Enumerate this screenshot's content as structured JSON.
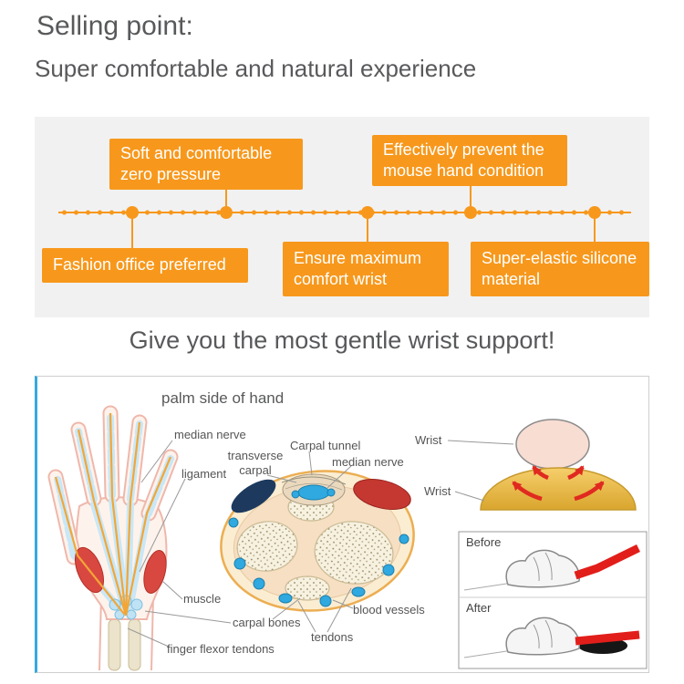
{
  "header": {
    "title": "Selling point:",
    "subtitle": "Super comfortable and natural experience"
  },
  "timeline": {
    "top_callouts": [
      {
        "label": "Soft and comfortable zero pressure"
      },
      {
        "label": "Effectively prevent the mouse hand condition"
      }
    ],
    "bottom_callouts": [
      {
        "label": "Fashion office preferred"
      },
      {
        "label": "Ensure maximum comfort wrist"
      },
      {
        "label": "Super-elastic silicone material"
      }
    ]
  },
  "tagline": "Give you the most gentle wrist support!",
  "anatomy": {
    "heading": "palm side of hand",
    "hand_labels": {
      "median_nerve": "median nerve",
      "ligament": "ligament",
      "muscle": "muscle",
      "finger_flexor_tendons": "finger flexor tendons",
      "carpal_bones": "carpal bones"
    },
    "cross_section_labels": {
      "transverse_carpal": "transverse carpal",
      "carpal_tunnel": "Carpal tunnel",
      "median_nerve": "median nerve",
      "blood_vessels": "blood vessels",
      "tendons": "tendons"
    },
    "wrist_labels": {
      "top": "Wrist",
      "bottom": "Wrist"
    },
    "comparison": {
      "before_label": "Before",
      "after_label": "After"
    }
  },
  "colors": {
    "accent_orange": "#F7981C",
    "text_gray": "#58595B",
    "panel_gray": "#F1F1F2",
    "blue_accent": "#36A9DD",
    "alert_red": "#E21E1A"
  }
}
